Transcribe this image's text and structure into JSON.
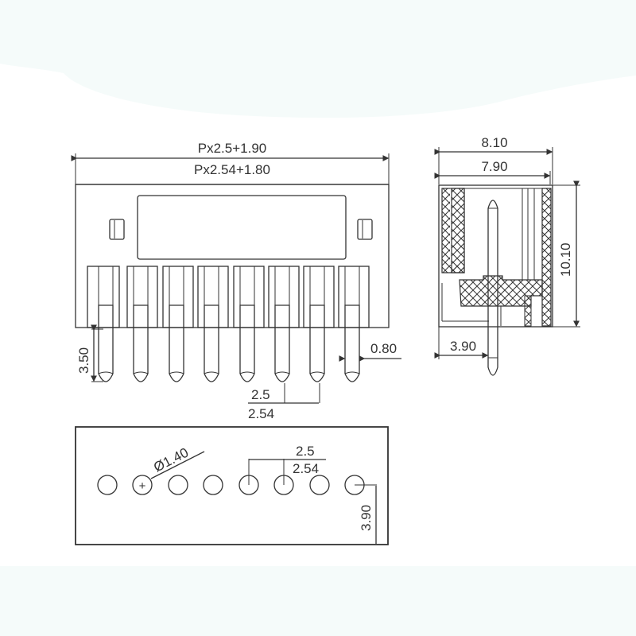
{
  "colors": {
    "line": "#333333",
    "background": "#ffffff",
    "band_tint": "#f5fbfa"
  },
  "front_view": {
    "width_dim_pitch_2_5": "Px2.5+1.90",
    "width_dim_pitch_2_54": "Px2.54+1.80",
    "pin_length_dim": "3.50",
    "pin_width_dim": "0.80",
    "pitch_dim_a": "2.5",
    "pitch_dim_b": "2.54",
    "pin_count": 8
  },
  "side_view": {
    "depth_dim_outer": "8.10",
    "depth_dim_inner": "7.90",
    "height_dim": "10.10",
    "pin_offset_dim": "3.90"
  },
  "pcb_footprint": {
    "hole_diameter_dim": "Ø1.40",
    "pitch_dim_a": "2.5",
    "pitch_dim_b": "2.54",
    "edge_offset_dim": "3.90",
    "hole_count": 8,
    "pin1_marker": "+"
  }
}
